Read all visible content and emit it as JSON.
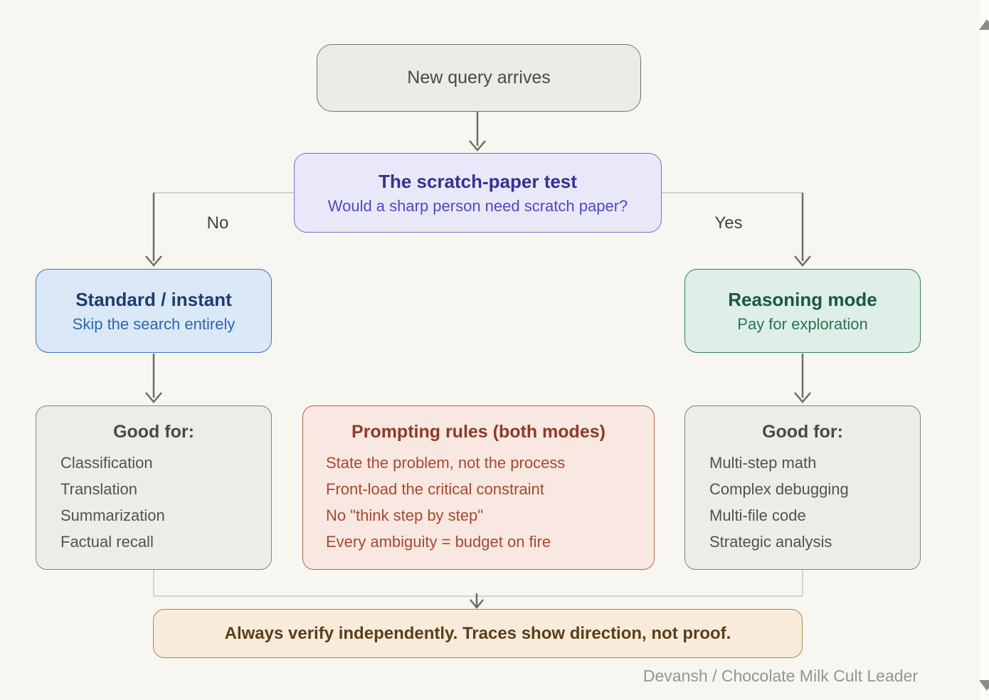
{
  "canvas": {
    "attribution": "Devansh / Chocolate Milk Cult Leader"
  },
  "flow": {
    "start": {
      "label": "New query arrives"
    },
    "decision": {
      "title": "The scratch-paper test",
      "subtitle": "Would a sharp person need scratch paper?"
    },
    "edges": {
      "no_label": "No",
      "yes_label": "Yes"
    },
    "standard": {
      "title": "Standard / instant",
      "subtitle": "Skip the search entirely"
    },
    "reasoning": {
      "title": "Reasoning mode",
      "subtitle": "Pay for exploration"
    },
    "good_standard": {
      "title": "Good for:",
      "items": [
        "Classification",
        "Translation",
        "Summarization",
        "Factual recall"
      ]
    },
    "rules": {
      "title": "Prompting rules (both modes)",
      "items": [
        "State the problem, not the process",
        "Front-load the critical constraint",
        "No \"think step by step\"",
        "Every ambiguity = budget on fire"
      ]
    },
    "good_reasoning": {
      "title": "Good for:",
      "items": [
        "Multi-step math",
        "Complex debugging",
        "Multi-file code",
        "Strategic analysis"
      ]
    },
    "verify": {
      "label": "Always verify independently. Traces show direction, not proof."
    }
  },
  "colors": {
    "background": "#f8f6f0",
    "neutral_fill": "#ecebe5",
    "neutral_border": "#75736e",
    "decision_fill": "#e9e8f8",
    "decision_border": "#7a6ecf",
    "decision_text": "#37308f",
    "standard_fill": "#dbe8f7",
    "standard_border": "#4073b8",
    "standard_text": "#1c3d6f",
    "reasoning_fill": "#ddefe7",
    "reasoning_border": "#35815c",
    "reasoning_text": "#1c5740",
    "rules_fill": "#f9e7e1",
    "rules_border": "#ad6850",
    "rules_text": "#8d3b26",
    "verify_fill": "#f7ecd9",
    "verify_border": "#ab8753",
    "verify_text": "#5a3e1b",
    "arrow": "#6e6b65",
    "connector_line": "#c9c6c0"
  }
}
